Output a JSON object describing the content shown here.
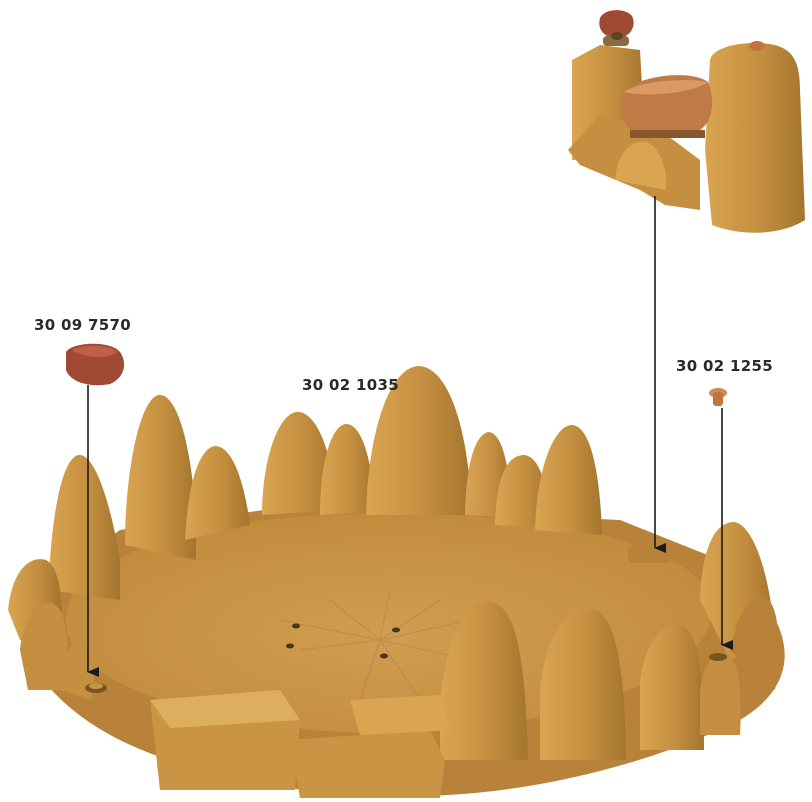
{
  "labels": {
    "rock_part": "30 09 7570",
    "base_part": "30 02 1035",
    "peg_part": "30 02 1255"
  },
  "colors": {
    "base": "#C99544",
    "base_shadow": "#A87830",
    "base_highlight": "#DDAE5E",
    "rock": "#A04A33",
    "peg": "#D08A52",
    "basket": "#C07A45",
    "arrow": "#1a1a1a"
  }
}
